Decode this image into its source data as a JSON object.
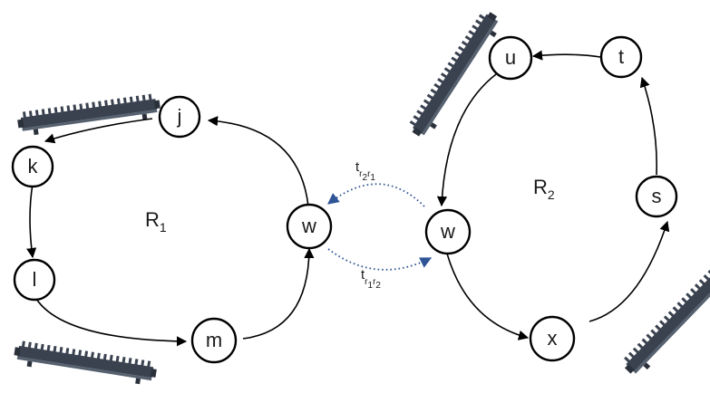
{
  "diagram": {
    "regions": [
      {
        "id": "R1",
        "main": "R",
        "sub": "1"
      },
      {
        "id": "R2",
        "main": "R",
        "sub": "2"
      }
    ],
    "nodes": [
      {
        "id": "j",
        "label": "j"
      },
      {
        "id": "k",
        "label": "k"
      },
      {
        "id": "l",
        "label": "l"
      },
      {
        "id": "m",
        "label": "m"
      },
      {
        "id": "w1",
        "label": "w"
      },
      {
        "id": "w2",
        "label": "w"
      },
      {
        "id": "x",
        "label": "x"
      },
      {
        "id": "s",
        "label": "s"
      },
      {
        "id": "t",
        "label": "t"
      },
      {
        "id": "u",
        "label": "u"
      }
    ],
    "edges": [
      {
        "from": "j",
        "to": "k"
      },
      {
        "from": "k",
        "to": "l"
      },
      {
        "from": "l",
        "to": "m"
      },
      {
        "from": "m",
        "to": "w1"
      },
      {
        "from": "w1",
        "to": "j"
      },
      {
        "from": "w2",
        "to": "x"
      },
      {
        "from": "x",
        "to": "s"
      },
      {
        "from": "s",
        "to": "t"
      },
      {
        "from": "t",
        "to": "u"
      },
      {
        "from": "u",
        "to": "w2"
      }
    ],
    "transitions": [
      {
        "id": "t_r2r1",
        "main": "t",
        "sub_a": "r",
        "sub_a_sub": "2",
        "sub_b": "r",
        "sub_b_sub": "1",
        "from": "w2",
        "to": "w1"
      },
      {
        "id": "t_r1r2",
        "main": "t",
        "sub_a": "r",
        "sub_a_sub": "1",
        "sub_b": "r",
        "sub_b_sub": "2",
        "from": "w1",
        "to": "w2"
      }
    ],
    "icons": [
      "rack-icon",
      "rack-icon",
      "rack-icon",
      "rack-icon"
    ],
    "colors": {
      "node_stroke": "#000000",
      "transition": "#2f5597",
      "rack": "#3a4250"
    }
  }
}
